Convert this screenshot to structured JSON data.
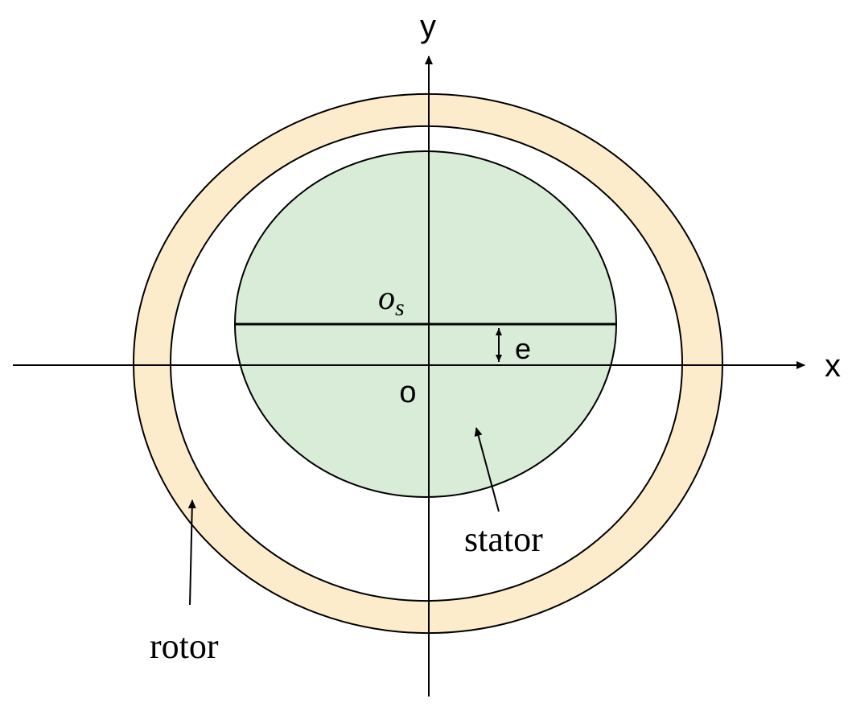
{
  "colors": {
    "rotor_fill": "#fdeccb",
    "stator_fill": "#d8ecd8",
    "line": "#000000",
    "background": "#ffffff"
  },
  "labels": {
    "y_axis": "y",
    "x_axis": "x",
    "origin": "o",
    "stator_center_symbol": "o",
    "stator_center_subscript": "s",
    "eccentricity": "e",
    "stator": "stator",
    "rotor": "rotor"
  }
}
